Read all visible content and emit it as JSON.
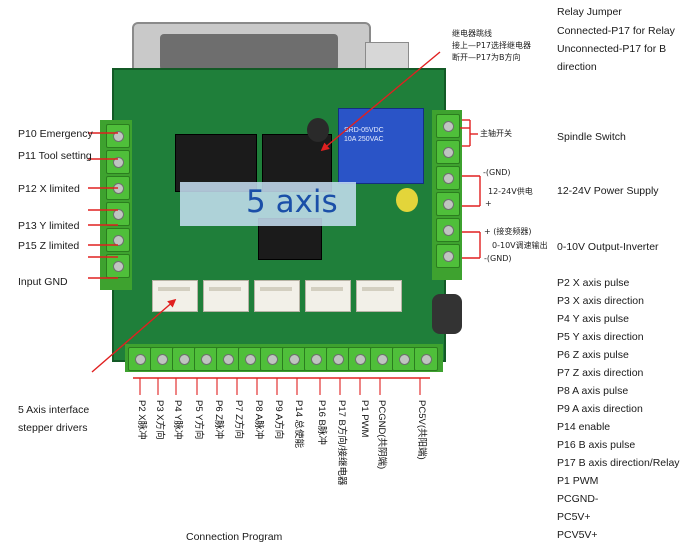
{
  "relay_jumper": [
    "Relay Jumper",
    "Connected-P17 for Relay",
    "Unconnected-P17 for B",
    "direction"
  ],
  "left_labels": [
    "P10 Emergency",
    "P11 Tool setting",
    "P12 X limited",
    "P13 Y limited",
    "P15 Z limited",
    "Input GND",
    "5 Axis interface",
    "stepper drivers"
  ],
  "right_labels": {
    "spindle": "Spindle Switch",
    "power": "12-24V Power Supply",
    "output": "0-10V Output-Inverter",
    "pins": [
      "P2 X axis pulse",
      "P3 X axis direction",
      "P4 Y axis pulse",
      "P5 Y axis direction",
      "P6 Z axis pulse",
      "P7 Z axis direction",
      "P8 A axis pulse",
      "P9 A axis direction",
      "P14 enable",
      "P16 B axis pulse",
      "P17 B axis direction/Relay",
      "P1 PWM",
      "PCGND-",
      "PC5V+",
      "PCV5V+"
    ]
  },
  "chinese_notes": {
    "relay": [
      "继电器跳线",
      "接上—P17选择继电器",
      "断开—P17为B方向"
    ],
    "spindle": "主轴开关",
    "gnd_top": "-(GND)",
    "supply": "12-24V供电",
    "plus": "+",
    "inverter": [
      "+ (接变频器)",
      "0-10V调速输出",
      "-(GND)"
    ]
  },
  "banner": "5 axis",
  "bottom_pins": [
    "P2  X脉冲",
    "P3  X方向",
    "P4  Y脉冲",
    "P5  Y方向",
    "P6  Z脉冲",
    "P7  Z方向",
    "P8  A脉冲",
    "P9  A方向",
    "P14 总使能",
    "P16 B脉冲",
    "P17 B方向/接继电器",
    "P1  PWM",
    "PCGND(共阴端)",
    "PC5V(共阳端)"
  ],
  "connection_program": "Connection Program"
}
